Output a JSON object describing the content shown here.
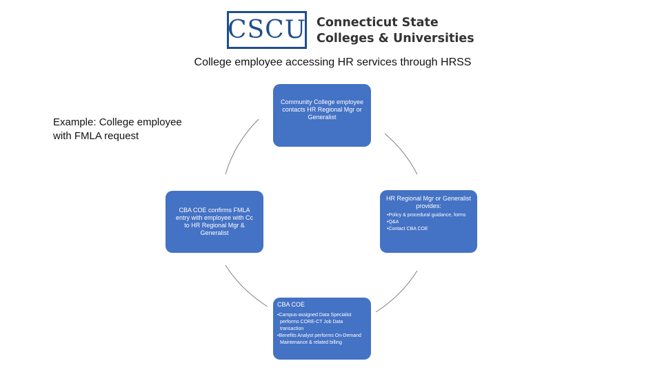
{
  "logo": {
    "abbr": "CSCU",
    "name_line1": "Connecticut State",
    "name_line2": "Colleges & Universities",
    "color": "#1f4e8c"
  },
  "title": "College employee accessing HR services through HRSS",
  "example": {
    "line1": "Example: College employee",
    "line2": "with FMLA request"
  },
  "accent_color": "#4472c4",
  "cycle": {
    "top": {
      "text": "Community College employee contacts HR Regional Mgr or Generalist"
    },
    "right": {
      "heading": "HR Regional Mgr or Generalist provides:",
      "items": [
        "Policy & procedural guidance, forms",
        "Q&A",
        "Contact CBA COE"
      ]
    },
    "bottom": {
      "heading": "CBA COE",
      "items": [
        "Campus-assigned Data Specialist performs CORE-CT Job Data transaction",
        "Benefits Analyst performs On-Demand Maintenance & related billing"
      ]
    },
    "left": {
      "text": "CBA COE confirms FMLA entry with employee with Cc to HR Regional Mgr & Generalist"
    }
  }
}
